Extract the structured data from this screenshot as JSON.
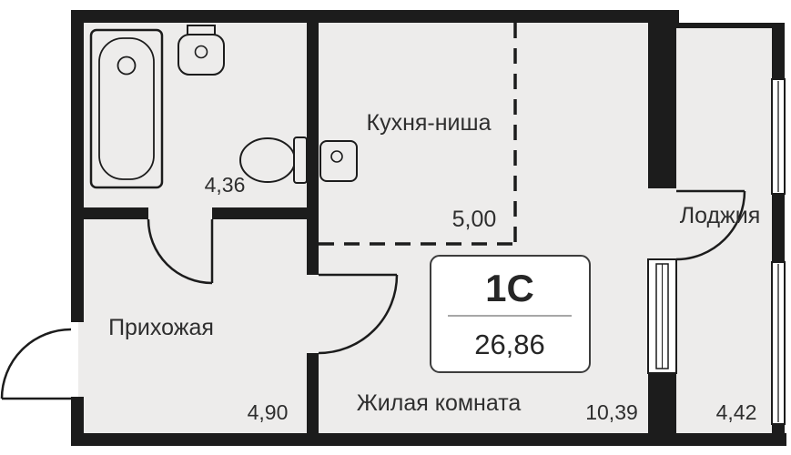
{
  "floorplan": {
    "unit": {
      "type_label": "1С",
      "total_area": "26,86"
    },
    "rooms": {
      "kitchen": {
        "label": "Кухня-ниша",
        "area": "5,00"
      },
      "bathroom": {
        "area": "4,36"
      },
      "hallway": {
        "label": "Прихожая",
        "area": "4,90"
      },
      "living": {
        "label": "Жилая комната",
        "area": "10,39"
      },
      "loggia": {
        "label": "Лоджия",
        "area": "4,42"
      }
    },
    "colors": {
      "wall": "#1c1c1c",
      "floor": "#edeceb",
      "background": "#ffffff",
      "text": "#2e2e2e",
      "card_border": "#3d3d3d"
    },
    "icons": {
      "bathtub": "bathtub-icon",
      "washbasin": "washbasin-icon",
      "toilet": "toilet-icon",
      "kitchen_sink": "kitchen-sink-icon"
    }
  }
}
